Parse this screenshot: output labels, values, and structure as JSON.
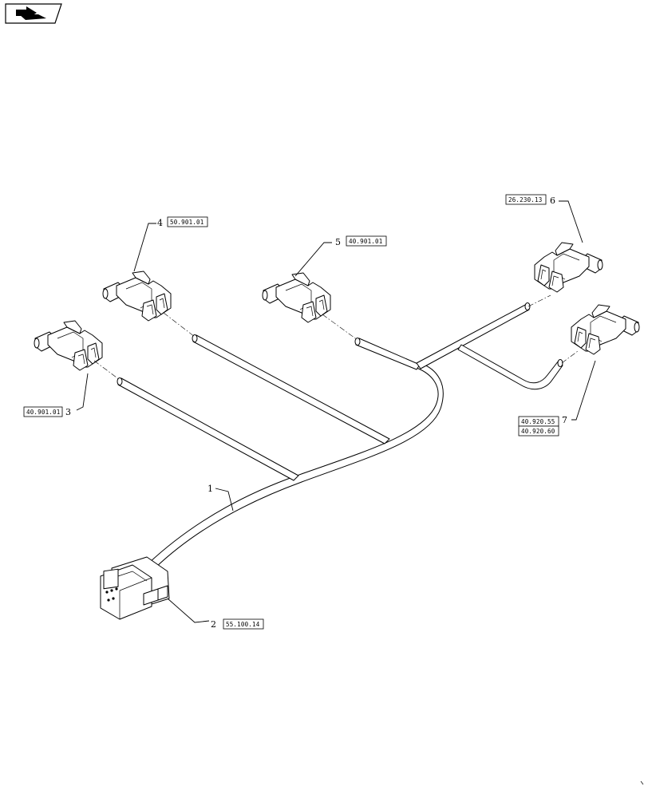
{
  "nav": {
    "icon": "next-page-arrow-icon"
  },
  "parts": [
    {
      "item": "1",
      "ref": ""
    },
    {
      "item": "2",
      "ref": "55.100.14"
    },
    {
      "item": "3",
      "ref": "40.901.01"
    },
    {
      "item": "4",
      "ref": "50.901.01"
    },
    {
      "item": "5",
      "ref": "40.901.01"
    },
    {
      "item": "6",
      "ref": "26.230.13"
    },
    {
      "item": "7",
      "ref": "40.920.55",
      "ref2": "40.920.60"
    }
  ],
  "colors": {
    "line": "#000000",
    "background": "#ffffff"
  }
}
